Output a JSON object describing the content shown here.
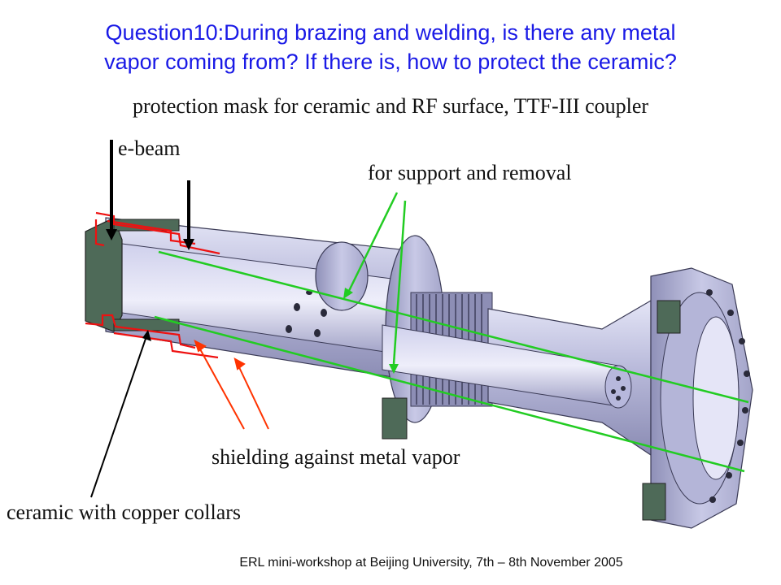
{
  "title": {
    "line1": "Question10:During brazing and welding, is there any metal",
    "line2": "vapor coming from? If there is, how to protect the ceramic?"
  },
  "subtitle": "protection mask for ceramic and RF surface, TTF-III coupler",
  "labels": {
    "ebeam": "e-beam",
    "support": "for support and removal",
    "shielding": "shielding against metal vapor",
    "ceramic": "ceramic with copper collars"
  },
  "footer": "ERL mini-workshop at Beijing University, 7th – 8th November 2005",
  "colors": {
    "title": "#1a1ae6",
    "metal": "#a9aacd",
    "metal_light": "#d7d8ef",
    "metal_dark": "#7f80a8",
    "ceramic": "#4e6a58",
    "mask": "#ee1111",
    "support_line": "#22cc22",
    "shield_arrow": "#ff3300"
  }
}
